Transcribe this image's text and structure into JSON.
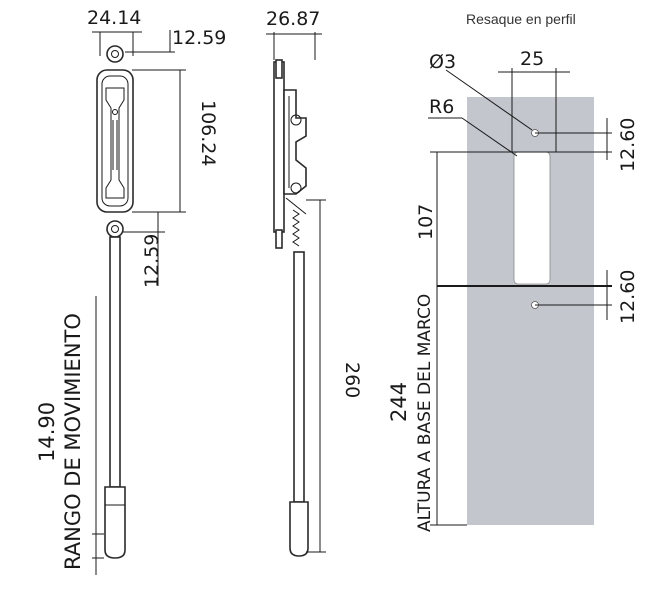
{
  "front_view": {
    "width_dim": "24.14",
    "top_offset_dim": "12.59",
    "body_height_dim": "106.24",
    "bottom_offset_dim": "12.59",
    "range_value": "14.90",
    "range_label": "RANGO DE MOVIMIENTO"
  },
  "side_view": {
    "depth_dim": "26.87",
    "rod_length_dim": "260"
  },
  "cutout": {
    "title": "Resaque en perfil",
    "hole_diameter": "Ø3",
    "slot_width": "25",
    "slot_radius": "R6",
    "top_hole_offset": "12.60",
    "slot_length": "107",
    "bottom_hole_offset": "12.60",
    "frame_height_value": "244",
    "frame_height_label": "ALTURA A BASE DEL MARCO"
  },
  "colors": {
    "plate": "#c4c6ce",
    "line": "#1a1a1a"
  }
}
